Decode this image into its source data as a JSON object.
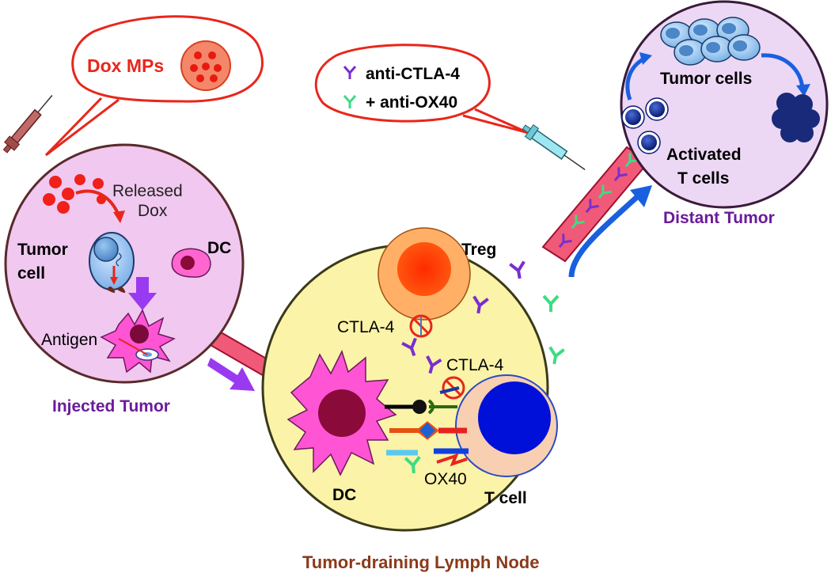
{
  "labels": {
    "dox_mps": "Dox MPs",
    "anti_ctla4": "anti-CTLA-4",
    "anti_ox40": "+ anti-OX40",
    "released_line1": "Released",
    "released_line2": "Dox",
    "tumor_line1": "Tumor",
    "tumor_line2": "cell",
    "dc_small": "DC",
    "antigen": "Antigen",
    "injected_tumor": "Injected Tumor",
    "treg": "Treg",
    "ctla4_upper": "CTLA-4",
    "ctla4_lower": "CTLA-4",
    "ox40": "OX40",
    "dc_large": "DC",
    "t_cell": "T cell",
    "lymph_node": "Tumor-draining Lymph Node",
    "tumor_cells": "Tumor cells",
    "activated_line1": "Activated",
    "activated_line2": "T cells",
    "distant_tumor": "Distant Tumor"
  },
  "colors": {
    "region_title_purple": "#6a1b9a",
    "lymph_title_brown": "#8a3a1a",
    "callout_red": "#e8261c",
    "vessel_pink": "#f05a78",
    "anti_ctla4_purple": "#7a2ed0",
    "anti_ox40_green": "#3ddc84",
    "tumor_circle_fill": "#f0c8f0",
    "lymph_circle_fill": "#fbf3a8",
    "distant_circle_fill": "#ecd8f4"
  },
  "icons": [
    "syringe-icon",
    "antibody-icon",
    "blocked-icon",
    "arrow-icon"
  ]
}
